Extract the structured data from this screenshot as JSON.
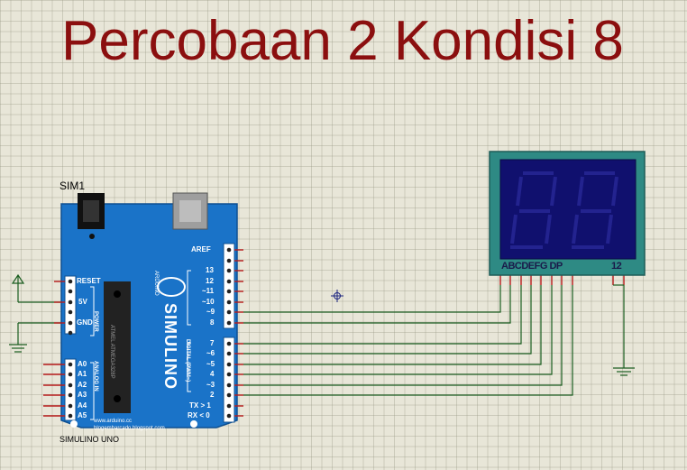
{
  "title": "Percobaan 2 Kondisi 8",
  "board": {
    "ref": "SIM1",
    "name": "SIMULINO UNO",
    "logo": "SIMULINO",
    "arduino_mark": "ARDUINO",
    "website": "www.arduino.cc",
    "blog": "blogembarcado.blogspot.com",
    "chip": "ATMEL ATMEGA328P",
    "power_pins": [
      "RESET",
      "5V",
      "GND"
    ],
    "power_label": "POWER",
    "analog_pins": [
      "A0",
      "A1",
      "A2",
      "A3",
      "A4",
      "A5"
    ],
    "analog_label": "ANALOG IN",
    "digital_pins_top": [
      "AREF",
      "13",
      "12",
      "~11",
      "~10",
      "~9",
      "8"
    ],
    "digital_pins_bottom": [
      "7",
      "~6",
      "~5",
      "4",
      "~3",
      "2",
      "TX > 1",
      "RX < 0"
    ],
    "digital_label": "DIGITAL (PWM~)"
  },
  "display": {
    "segment_label": "ABCDEFG DP",
    "common_label": "12"
  },
  "colors": {
    "title": "#8b0f0f",
    "board": "#1a73c8",
    "display_frame": "#2e8a84",
    "display_screen": "#10106e",
    "wire": "#1b5e20",
    "pin": "#b71c1c",
    "background": "#e8e6d8"
  }
}
